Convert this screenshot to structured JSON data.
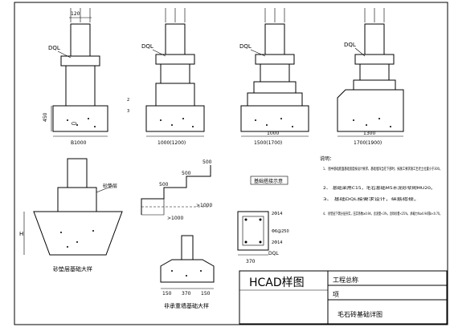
{
  "title_block": {
    "logo_text": "HCAD样图",
    "project_label": "工程总称",
    "row2_label": "项",
    "drawing_name": "毛石砖基础详图"
  },
  "foundation_details": [
    {
      "width_label": "B1000",
      "dim_top": "120",
      "dim_depth": "450"
    },
    {
      "width_label": "1000(1200)"
    },
    {
      "width_label": "1500(1700)",
      "dim_sub": "1000"
    },
    {
      "width_label": "1700(1900)",
      "dim_sub": "1300"
    }
  ],
  "wall_labels": [
    "DQL",
    "DQL",
    "DQL",
    "DQL"
  ],
  "step_details": {
    "widths": [
      "500",
      "500",
      "500"
    ],
    "note_1": ">1000",
    "note_2": ">1000",
    "caption": "基础搭接示意"
  },
  "sand_cushion": {
    "caption": "砂垫层基础大样",
    "fill_label": "砂垫层",
    "h_label": "H"
  },
  "ring_beam": {
    "bars_top": "2Φ14",
    "stirrup": "Φ6@250",
    "bars_bottom": "2Φ14",
    "width": "370",
    "label": "DQL"
  },
  "pipe_detail": {
    "caption": "非承重墙基础大样",
    "dims": [
      "150",
      "370",
      "150"
    ]
  },
  "notes": {
    "heading": "说明：",
    "items": [
      "1、 图中基础底面基础宽度按设计要求，基础埋深当在下部时，按施工要求施工至老土位置小于300。",
      "2、 基础采用C15，毛石基础M5水泥砂浆砌MU20。",
      "3、 基础DQL按要求设计，纵筋搭接。",
      "4、 砂垫层下需分层夯实，压实系数≥0.94，含泥量<3%，含砾砂量<25%，承载力fk≥0.94或b<0.70。"
    ]
  }
}
